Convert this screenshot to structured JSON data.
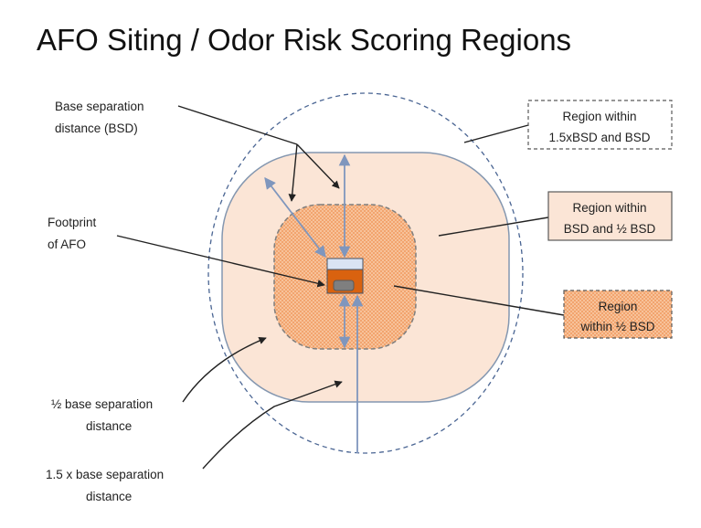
{
  "title": "AFO Siting / Odor Risk Scoring Regions",
  "labels": {
    "bsd": [
      "Base separation",
      "distance (BSD)"
    ],
    "footprint": [
      "Footprint",
      "of AFO"
    ],
    "half_bsd": [
      "½ base separation",
      "distance"
    ],
    "one_half_bsd": [
      "1.5 x base separation",
      "distance"
    ]
  },
  "regions": {
    "outer": [
      "Region within",
      "1.5xBSD and BSD"
    ],
    "middle": [
      "Region within",
      "BSD and ½ BSD"
    ],
    "inner": [
      "Region",
      "within ½ BSD"
    ]
  },
  "colors": {
    "middle_fill": "#fbe5d6",
    "inner_fill": "#f8cbad",
    "afo_orange": "#d9620f",
    "arrow": "#7f96bd"
  }
}
